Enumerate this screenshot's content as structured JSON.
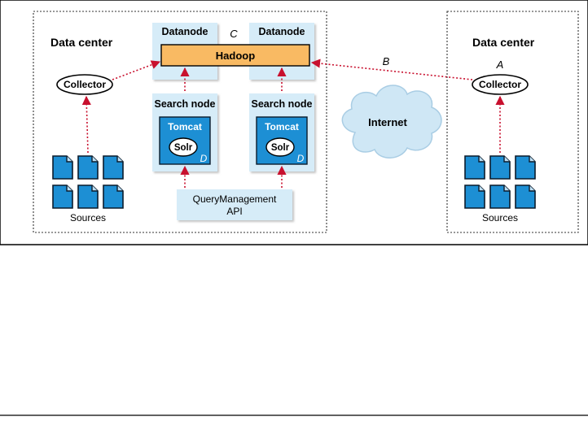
{
  "left_datacenter": {
    "title": "Data center",
    "collector": "Collector",
    "sources": "Sources"
  },
  "right_datacenter": {
    "title": "Data center",
    "collector": "Collector",
    "sources": "Sources",
    "marker": "A"
  },
  "datanodes": [
    "Datanode",
    "Datanode"
  ],
  "hadoop": {
    "label": "Hadoop",
    "marker": "C"
  },
  "search_nodes": [
    {
      "label": "Search node",
      "tomcat": "Tomcat",
      "solr": "Solr",
      "marker": "D"
    },
    {
      "label": "Search node",
      "tomcat": "Tomcat",
      "solr": "Solr",
      "marker": "D"
    }
  ],
  "query_api": {
    "line1": "QueryManagement",
    "line2": "API"
  },
  "internet": {
    "label": "Internet"
  },
  "link_marker": "B",
  "colors": {
    "node_fill": "#d6ecf8",
    "hadoop_fill": "#f9ba63",
    "tomcat_fill": "#1d8fd4",
    "doc_fill": "#1d8fd4",
    "cloud_fill": "#cfe7f5",
    "arrow_red": "#c8102e"
  }
}
